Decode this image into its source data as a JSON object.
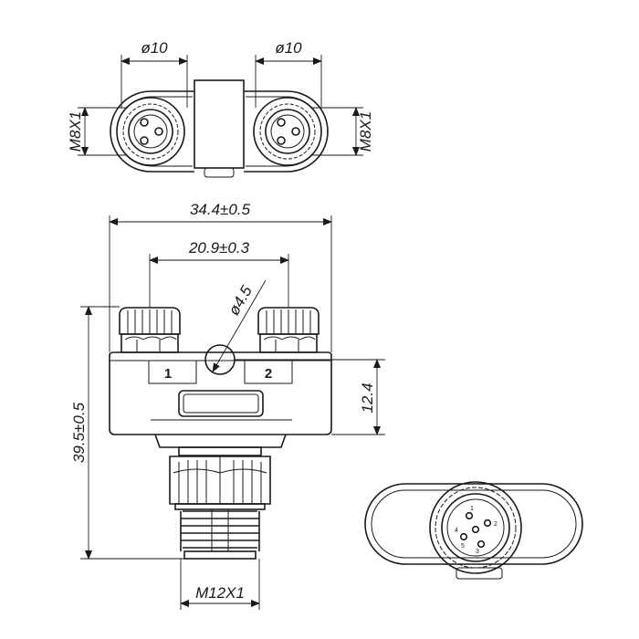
{
  "top_view": {
    "left_diameter": "ø10",
    "right_diameter": "ø10",
    "left_thread": "M8X1",
    "right_thread": "M8X1"
  },
  "front_view": {
    "overall_width": "34.4±0.5",
    "port_spacing": "20.9±0.3",
    "hole_diameter": "ø4.5",
    "body_height": "12.4",
    "overall_height": "39.5±0.5",
    "bottom_thread": "M12X1",
    "port_1_label": "1",
    "port_2_label": "2"
  },
  "bottom_view": {
    "pin_labels": [
      "1",
      "2",
      "3",
      "4",
      "5"
    ]
  }
}
